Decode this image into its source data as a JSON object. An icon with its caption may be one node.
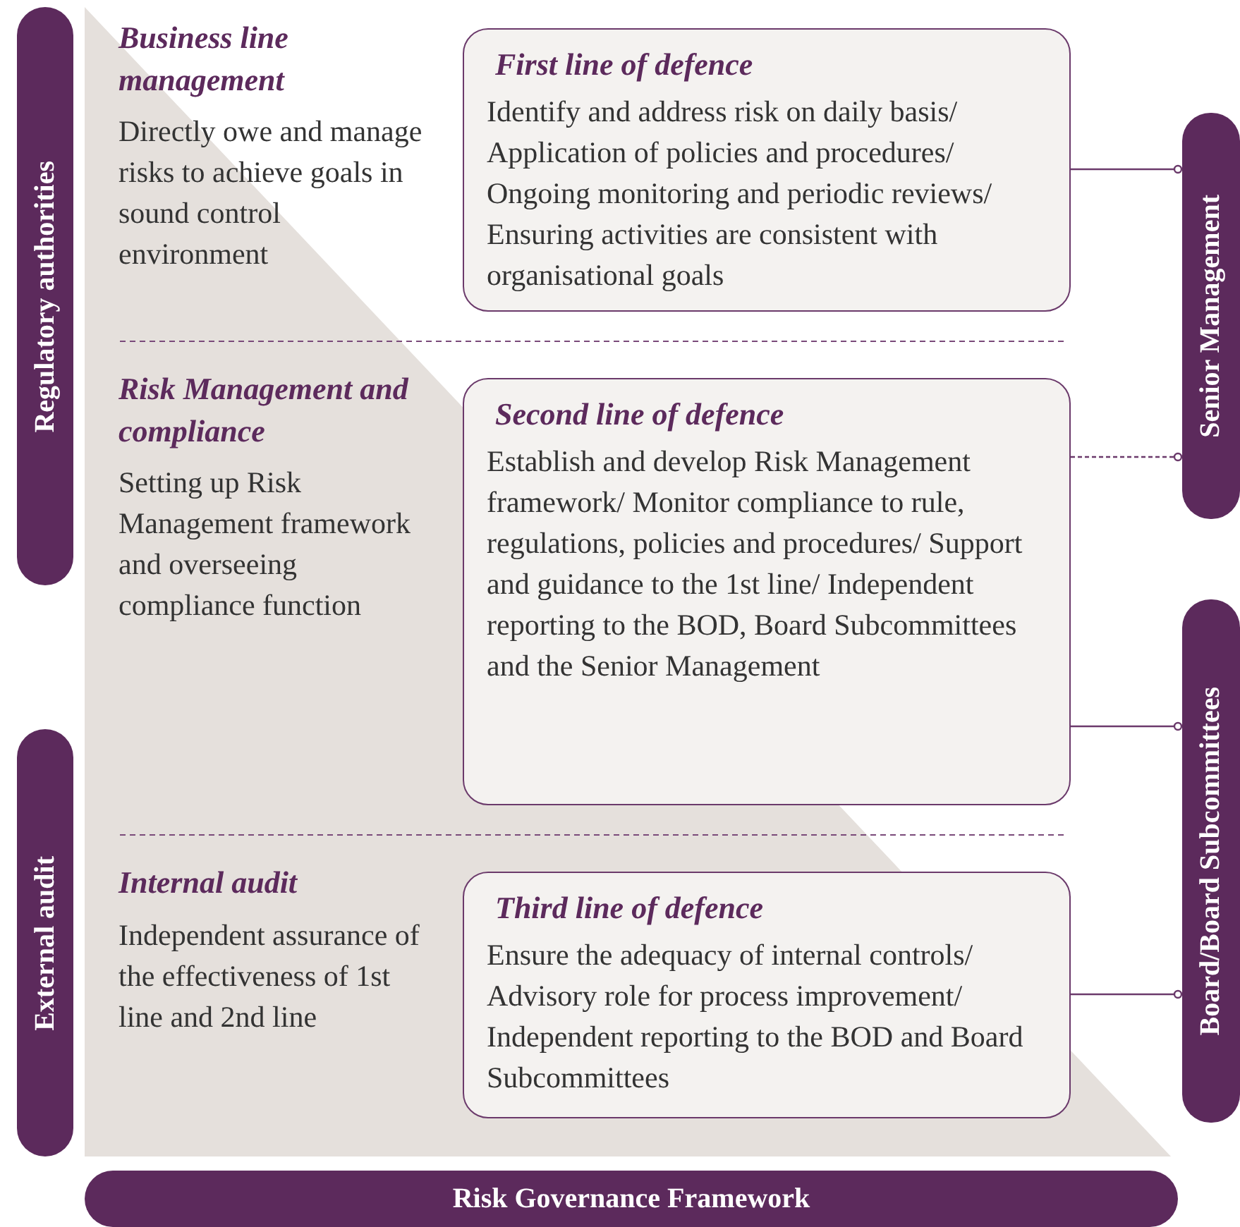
{
  "diagram": {
    "nodes": [
      {
        "text": [
          "Regulatory authorities"
        ]
      },
      {
        "text": [
          "External audit"
        ]
      },
      {
        "text": [
          "First line of defence",
          "Identify and address risk on daily basis/ Application of policies and procedures/ Ongoing monitoring and periodic reviews/ Ensuring activities are consistent with organisational goals"
        ]
      },
      {
        "text": [
          "Second line of defence",
          "Establish and develop Risk Management framework/ Monitor compliance to rule, regulations, policies and procedures/ Support and guidance to the 1st line/ Independent reporting to the BOD, Board Subcommittees and the Senior Management"
        ]
      },
      {
        "text": [
          "Third line of defence",
          "Ensure the adequacy of internal controls/ Advisory role for process improvement/ Independent reporting to the BOD and Board Subcommittees"
        ]
      },
      {
        "text": [
          "Senior Management"
        ]
      },
      {
        "text": [
          "Board/Board Subcommittees"
        ]
      },
      {
        "text": [
          "Risk Governance Framework"
        ]
      }
    ],
    "edges": [
      {
        "from": 2,
        "to": 5,
        "arrow": "other"
      },
      {
        "from": 3,
        "to": 5,
        "arrow": "other",
        "style": "dashed"
      },
      {
        "from": 3,
        "to": 6,
        "arrow": "other"
      },
      {
        "from": 4,
        "to": 6,
        "arrow": "other"
      }
    ],
    "labels": [
      "Business line management",
      "Directly owe and manage risks to achieve goals in sound control environment",
      "Risk Management and compliance",
      "Setting up Risk Management framework and overseeing compliance function",
      "Internal audit",
      "Independent assurance of the effectiveness of 1st line and 2nd line"
    ]
  }
}
